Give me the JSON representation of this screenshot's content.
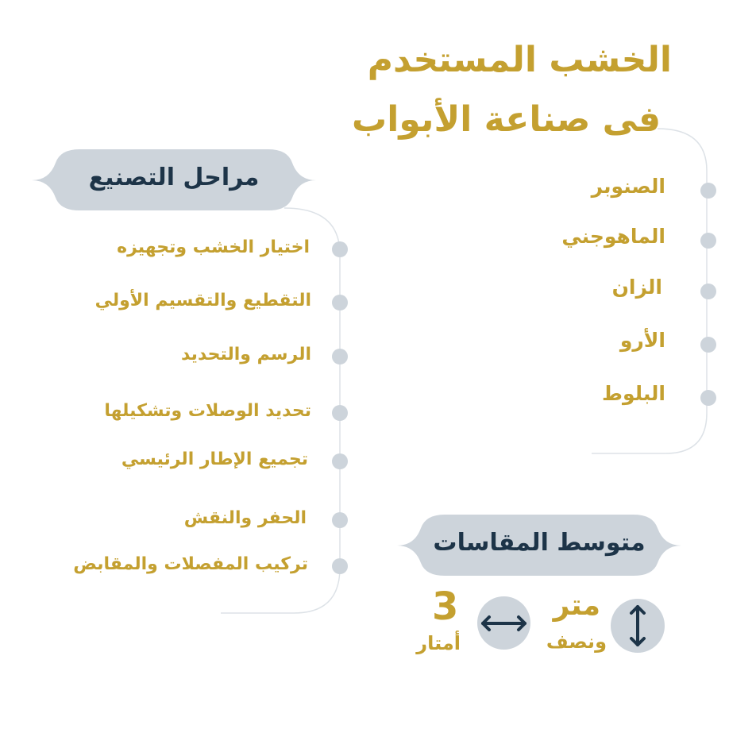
{
  "title": {
    "line1": "الخشب المستخدم",
    "line2": "فى صناعة الأبواب"
  },
  "wood_types": [
    "الصنوبر",
    "الماهوجني",
    "الزان",
    "الأرو",
    "البلوط"
  ],
  "stages": {
    "heading": "مراحل التصنيع",
    "items": [
      "اختيار الخشب وتجهيزه",
      "التقطيع والتقسيم الأولي",
      "الرسم والتحديد",
      "تحديد الوصلات وتشكيلها",
      "تجميع الإطار الرئيسي",
      "الحفر والنقش",
      "تركيب المفصلات والمقابض"
    ]
  },
  "dimensions": {
    "heading": "متوسط المقاسات",
    "height": {
      "value": "متر",
      "suffix": "ونصف",
      "icon": "vertical-arrow-icon"
    },
    "width": {
      "value": "3",
      "suffix": "أمتار",
      "icon": "horizontal-arrow-icon"
    }
  },
  "colors": {
    "gold": "#c4a030",
    "navy": "#1d3448",
    "gray": "#cdd4db"
  }
}
